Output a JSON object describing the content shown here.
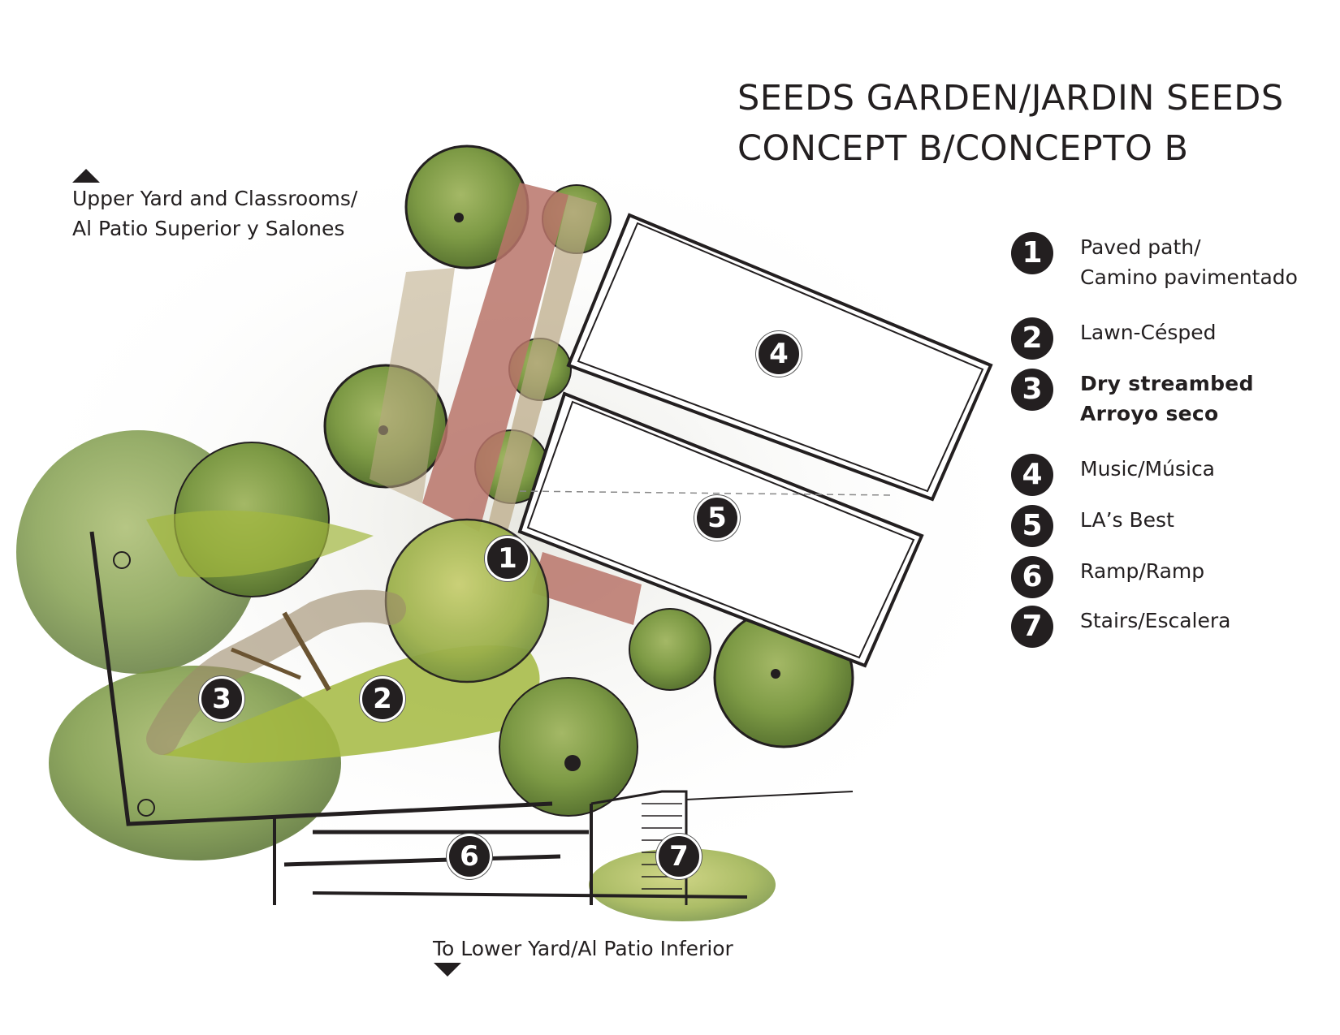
{
  "title": {
    "line1": "SEEDS GARDEN/JARDIN SEEDS",
    "line2": "CONCEPT B/CONCEPTO B"
  },
  "directions": {
    "upper": {
      "line1": "Upper Yard and Classrooms/",
      "line2": "Al Patio Superior y Salones"
    },
    "lower": "To Lower Yard/Al Patio Inferior"
  },
  "legend": [
    {
      "num": "1",
      "line1": "Paved path/",
      "line2": "Camino pavimentado"
    },
    {
      "num": "2",
      "line1": "Lawn-Césped"
    },
    {
      "num": "3",
      "line1": "Dry streambed",
      "line2": "Arroyo seco"
    },
    {
      "num": "4",
      "line1": "Music/Música"
    },
    {
      "num": "5",
      "line1": "LA’s Best"
    },
    {
      "num": "6",
      "line1": "Ramp/Ramp"
    },
    {
      "num": "7",
      "line1": "Stairs/Escalera"
    }
  ],
  "colors": {
    "ink": "#231f20",
    "tree_dark": "#5c7a34",
    "tree_light": "#8fa94e",
    "lawn": "#a3b83f",
    "path": "#b8746a",
    "planting": "#9c8a6a"
  }
}
